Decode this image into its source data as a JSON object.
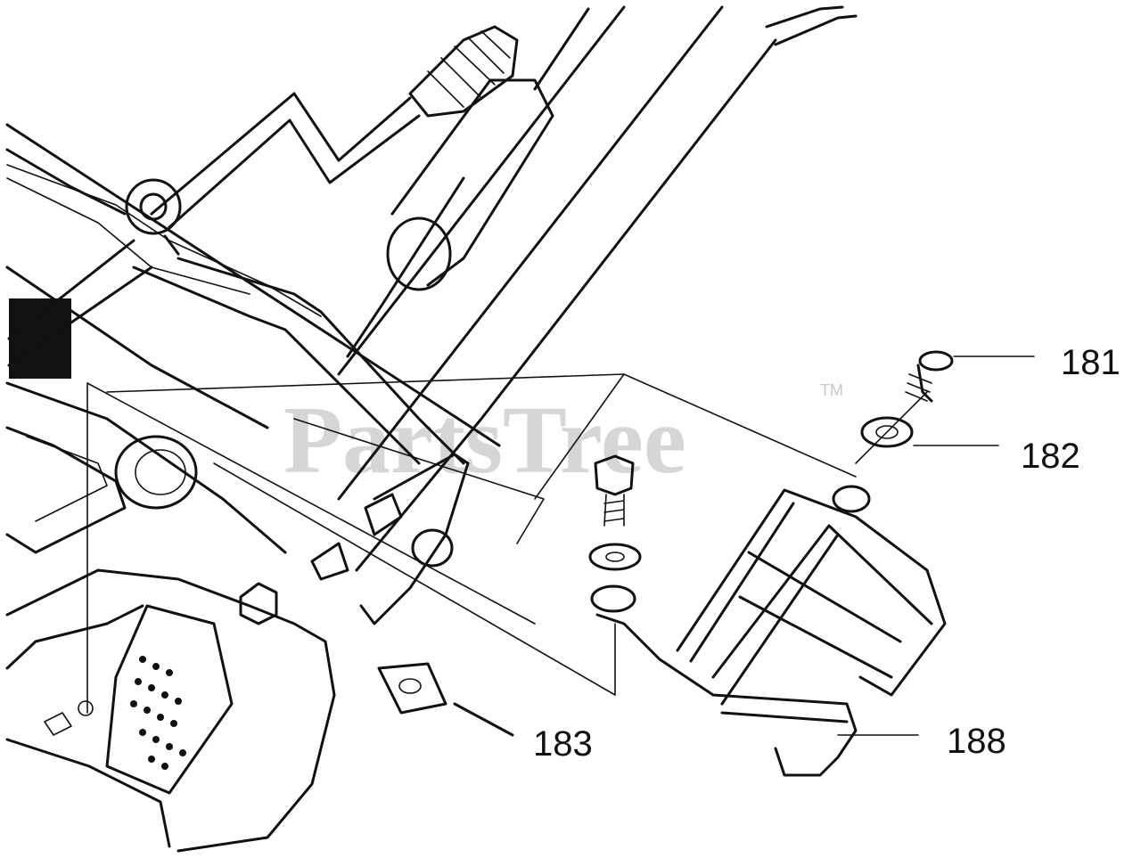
{
  "watermark": {
    "text": "PartsTree",
    "trademark": "TM"
  },
  "callouts": {
    "c181": "181",
    "c182": "182",
    "c183": "183",
    "c188": "188"
  }
}
